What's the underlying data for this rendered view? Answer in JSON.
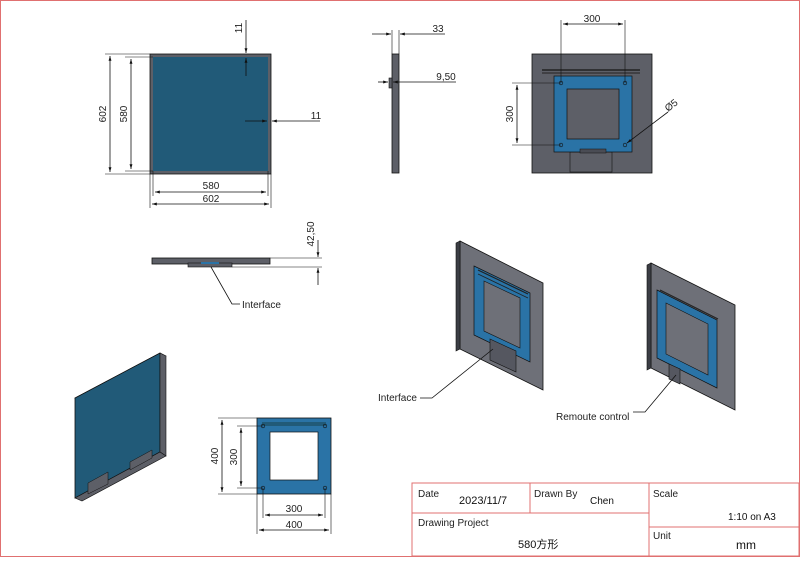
{
  "dimensions": {
    "front_edge_11": "11",
    "front_height_602": "602",
    "front_height_580": "580",
    "front_side_11": "11",
    "front_width_580": "580",
    "front_width_602": "602",
    "side_33": "33",
    "side_950": "9,50",
    "back_300_top": "300",
    "back_300_side": "300",
    "back_hole": "Ø5",
    "top_4250": "42,50",
    "flange_400_side": "400",
    "flange_300_side": "300",
    "flange_300_bottom": "300",
    "flange_400_bottom": "400"
  },
  "callouts": {
    "interface_top": "Interface",
    "interface_iso": "Interface",
    "remote_control": "Remoute control"
  },
  "title_block": {
    "date_label": "Date",
    "date_value": "2023/11/7",
    "drawn_by_label": "Drawn By",
    "drawn_by_value": "Chen",
    "scale_label": "Scale",
    "scale_value": "1:10 on A3",
    "project_label": "Drawing Project",
    "project_value": "580方形",
    "unit_label": "Unit",
    "unit_value": "mm"
  },
  "colors": {
    "panel_blue": "#215a78",
    "frame_gray": "#5d5f67",
    "bracket_blue": "#2a73a6",
    "border_red": "#e07070"
  }
}
